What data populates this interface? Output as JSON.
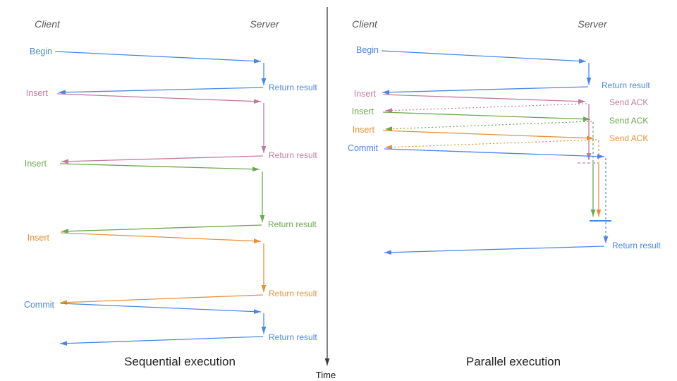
{
  "colors": {
    "blue": "#4a86e8",
    "pink": "#c27ba0",
    "green": "#6aa84f",
    "orange": "#e69138",
    "axis": "#3d3d3d",
    "header": "#575757",
    "title": "#1f1f1f"
  },
  "sequential": {
    "title": "Sequential execution",
    "client": "Client",
    "server": "Server",
    "operations": [
      {
        "name": "Begin",
        "color": "#4a86e8",
        "response": "Return result"
      },
      {
        "name": "Insert",
        "color": "#c27ba0",
        "response": "Return result"
      },
      {
        "name": "Insert",
        "color": "#6aa84f",
        "response": "Return result"
      },
      {
        "name": "Insert",
        "color": "#e69138",
        "response": "Return result"
      },
      {
        "name": "Commit",
        "color": "#4a86e8",
        "response": "Return result"
      }
    ]
  },
  "parallel": {
    "title": "Parallel execution",
    "client": "Client",
    "server": "Server",
    "operations": [
      {
        "name": "Begin",
        "color": "#4a86e8",
        "response": "Return result"
      },
      {
        "name": "Insert",
        "color": "#c27ba0",
        "response": "Send ACK"
      },
      {
        "name": "Insert",
        "color": "#6aa84f",
        "response": "Send ACK"
      },
      {
        "name": "Insert",
        "color": "#e69138",
        "response": "Send ACK"
      },
      {
        "name": "Commit",
        "color": "#4a86e8",
        "response": "Return result"
      }
    ]
  },
  "time_axis": {
    "label": "Time"
  }
}
